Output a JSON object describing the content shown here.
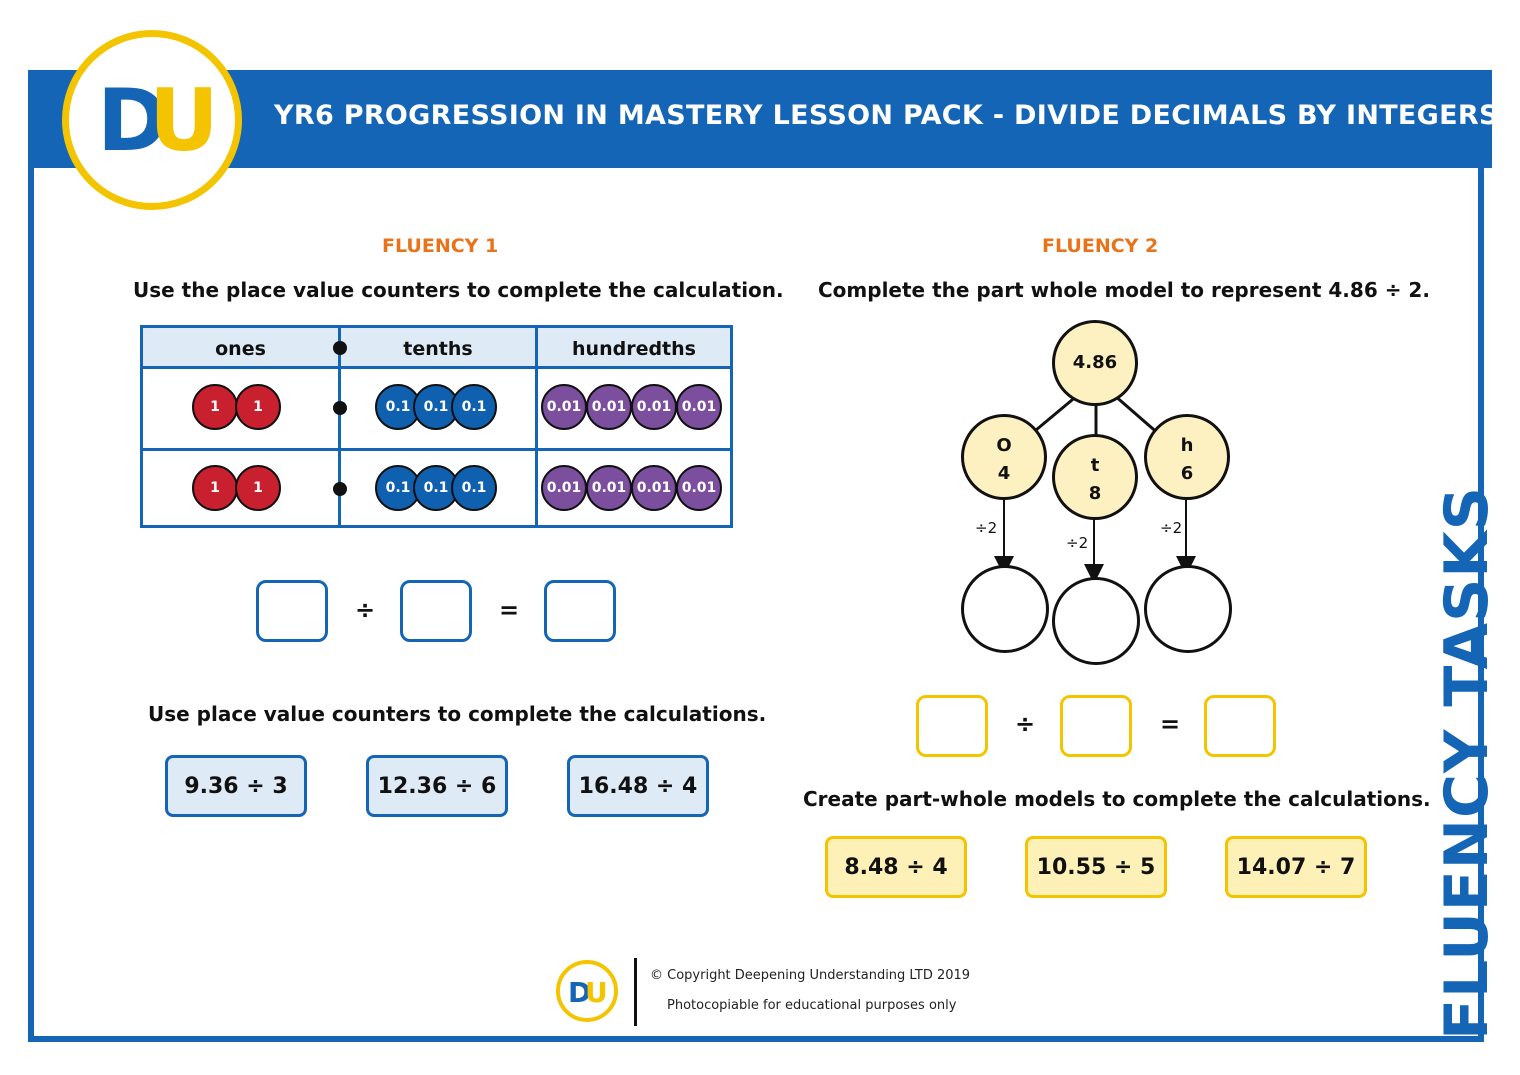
{
  "header": {
    "title": "YR6 PROGRESSION IN MASTERY LESSON PACK - DIVIDE DECIMALS BY INTEGERS"
  },
  "logo": {
    "d": "D",
    "u": "U"
  },
  "fluency1": {
    "title": "FLUENCY 1",
    "instruction": "Use the place value counters to complete the calculation.",
    "table": {
      "headers": [
        "ones",
        "tenths",
        "hundredths"
      ],
      "ones_counter": "1",
      "tenths_counter": "0.1",
      "hundredths_counter": "0.01",
      "ones_per_row": 2,
      "tenths_per_row": 3,
      "hundredths_per_row": 4
    },
    "ops": {
      "divide": "÷",
      "equals": "="
    },
    "instruction2": "Use place value counters to complete the calculations.",
    "calcs": [
      "9.36 ÷ 3",
      "12.36 ÷ 6",
      "16.48 ÷ 4"
    ]
  },
  "fluency2": {
    "title": "FLUENCY 2",
    "instruction": "Complete the part whole model to represent 4.86 ÷ 2.",
    "whole": "4.86",
    "parts": [
      {
        "label": "O",
        "value": "4"
      },
      {
        "label": "t",
        "value": "8"
      },
      {
        "label": "h",
        "value": "6"
      }
    ],
    "divisor_label": "÷2",
    "ops": {
      "divide": "÷",
      "equals": "="
    },
    "instruction2": "Create part-whole models to complete the calculations.",
    "calcs": [
      "8.48 ÷ 4",
      "10.55 ÷ 5",
      "14.07 ÷ 7"
    ]
  },
  "side_label": "FLUENCY TASKS",
  "footer": {
    "copyright": "© Copyright Deepening Understanding LTD 2019",
    "note": "Photocopiable for educational purposes only"
  },
  "colors": {
    "blue": "#1565b6",
    "yellow": "#f5c400",
    "orange": "#e8731b"
  }
}
